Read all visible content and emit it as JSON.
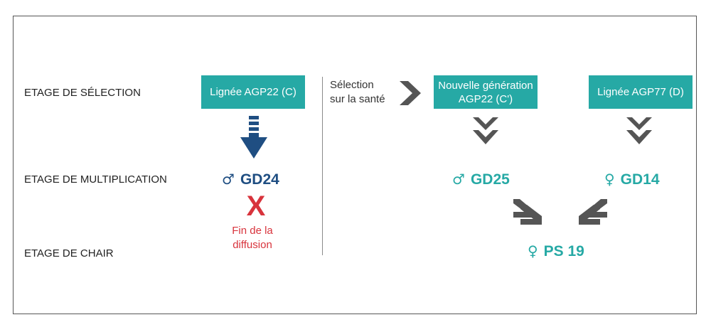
{
  "stages": {
    "selection": "ETAGE DE SÉLECTION",
    "multiplication": "ETAGE DE MULTIPLICATION",
    "chair": "ETAGE DE CHAIR"
  },
  "boxes": {
    "c": "Lignée AGP22 (C)",
    "c_prime_line1": "Nouvelle génération",
    "c_prime_line2": "AGP22 (C')",
    "d": "Lignée AGP77 (D)"
  },
  "selection_note": {
    "line1": "Sélection",
    "line2": "sur la santé"
  },
  "codes": {
    "gd24": {
      "symbol": "♂",
      "label": "GD24"
    },
    "gd25": {
      "symbol": "♂",
      "label": "GD25"
    },
    "gd14": {
      "symbol": "♀",
      "label": "GD14"
    },
    "ps19": {
      "symbol": "♀",
      "label": "PS 19"
    }
  },
  "cross_mark": "X",
  "end_note": {
    "line1": "Fin de la",
    "line2": "diffusion"
  },
  "colors": {
    "teal": "#26a9a5",
    "navy": "#1f4e82",
    "red": "#d8333c",
    "gray": "#555555"
  }
}
